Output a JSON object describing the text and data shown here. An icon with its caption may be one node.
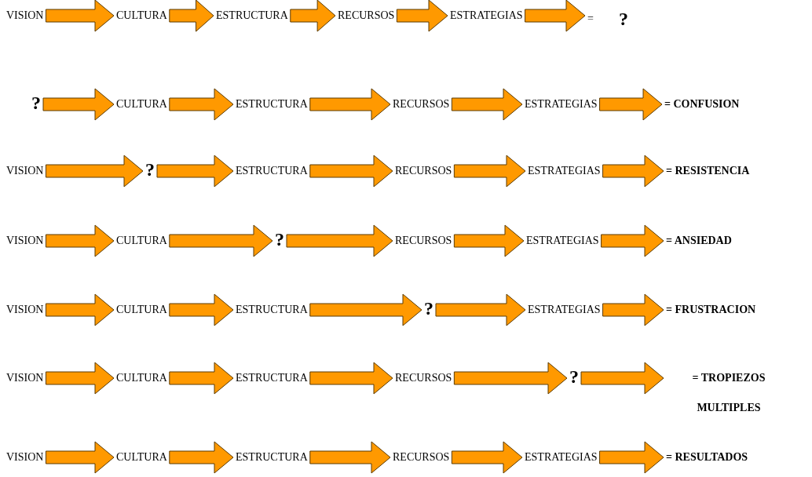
{
  "diagram": {
    "nodes": [
      {
        "text": [
          "VISION"
        ]
      },
      {
        "text": [
          "CULTURA"
        ]
      },
      {
        "text": [
          "ESTRUCTURA"
        ]
      },
      {
        "text": [
          "RECURSOS"
        ]
      },
      {
        "text": [
          "ESTRATEGIAS"
        ]
      },
      {
        "text": [
          "=",
          "?"
        ]
      },
      {
        "text": [
          "?"
        ]
      },
      {
        "text": [
          "CULTURA"
        ]
      },
      {
        "text": [
          "ESTRUCTURA"
        ]
      },
      {
        "text": [
          "RECURSOS"
        ]
      },
      {
        "text": [
          "ESTRATEGIAS"
        ]
      },
      {
        "text": [
          "= CONFUSION"
        ]
      },
      {
        "text": [
          "VISION"
        ]
      },
      {
        "text": [
          "?"
        ]
      },
      {
        "text": [
          "ESTRUCTURA"
        ]
      },
      {
        "text": [
          "RECURSOS"
        ]
      },
      {
        "text": [
          "ESTRATEGIAS"
        ]
      },
      {
        "text": [
          "= RESISTENCIA"
        ]
      },
      {
        "text": [
          "VISION"
        ]
      },
      {
        "text": [
          "CULTURA"
        ]
      },
      {
        "text": [
          "?"
        ]
      },
      {
        "text": [
          "RECURSOS"
        ]
      },
      {
        "text": [
          "ESTRATEGIAS"
        ]
      },
      {
        "text": [
          "= ANSIEDAD"
        ]
      },
      {
        "text": [
          "VISION"
        ]
      },
      {
        "text": [
          "CULTURA"
        ]
      },
      {
        "text": [
          "ESTRUCTURA"
        ]
      },
      {
        "text": [
          "?"
        ]
      },
      {
        "text": [
          "ESTRATEGIAS"
        ]
      },
      {
        "text": [
          "= FRUSTRACION"
        ]
      },
      {
        "text": [
          "VISION"
        ]
      },
      {
        "text": [
          "CULTURA"
        ]
      },
      {
        "text": [
          "ESTRUCTURA"
        ]
      },
      {
        "text": [
          "RECURSOS"
        ]
      },
      {
        "text": [
          "?"
        ]
      },
      {
        "text": [
          "= TROPIEZOS MULTIPLES"
        ]
      },
      {
        "text": [
          "VISION"
        ]
      },
      {
        "text": [
          "CULTURA"
        ]
      },
      {
        "text": [
          "ESTRUCTURA"
        ]
      },
      {
        "text": [
          "RECURSOS"
        ]
      },
      {
        "text": [
          "ESTRATEGIAS"
        ]
      },
      {
        "text": [
          "= RESULTADOS"
        ]
      }
    ],
    "edges": [
      {
        "from": 0,
        "to": 1,
        "arrow": "to"
      },
      {
        "from": 1,
        "to": 2,
        "arrow": "to"
      },
      {
        "from": 2,
        "to": 3,
        "arrow": "to"
      },
      {
        "from": 3,
        "to": 4,
        "arrow": "to"
      },
      {
        "from": 4,
        "to": 5,
        "arrow": "to"
      },
      {
        "from": 6,
        "to": 7,
        "arrow": "to"
      },
      {
        "from": 7,
        "to": 8,
        "arrow": "to"
      },
      {
        "from": 8,
        "to": 9,
        "arrow": "to"
      },
      {
        "from": 9,
        "to": 10,
        "arrow": "to"
      },
      {
        "from": 10,
        "to": 11,
        "arrow": "to"
      },
      {
        "from": 12,
        "to": 13,
        "arrow": "to"
      },
      {
        "from": 13,
        "to": 14,
        "arrow": "to"
      },
      {
        "from": 14,
        "to": 15,
        "arrow": "to"
      },
      {
        "from": 15,
        "to": 16,
        "arrow": "to"
      },
      {
        "from": 16,
        "to": 17,
        "arrow": "to"
      },
      {
        "from": 18,
        "to": 19,
        "arrow": "to"
      },
      {
        "from": 19,
        "to": 20,
        "arrow": "to"
      },
      {
        "from": 20,
        "to": 21,
        "arrow": "to"
      },
      {
        "from": 21,
        "to": 22,
        "arrow": "to"
      },
      {
        "from": 22,
        "to": 23,
        "arrow": "to"
      },
      {
        "from": 24,
        "to": 25,
        "arrow": "to"
      },
      {
        "from": 25,
        "to": 26,
        "arrow": "to"
      },
      {
        "from": 26,
        "to": 27,
        "arrow": "to"
      },
      {
        "from": 27,
        "to": 28,
        "arrow": "to"
      },
      {
        "from": 28,
        "to": 29,
        "arrow": "to"
      },
      {
        "from": 30,
        "to": 31,
        "arrow": "to"
      },
      {
        "from": 31,
        "to": 32,
        "arrow": "to"
      },
      {
        "from": 32,
        "to": 33,
        "arrow": "to"
      },
      {
        "from": 33,
        "to": 34,
        "arrow": "to"
      },
      {
        "from": 34,
        "to": 35,
        "arrow": "to"
      },
      {
        "from": 36,
        "to": 37,
        "arrow": "to"
      },
      {
        "from": 37,
        "to": 38,
        "arrow": "to"
      },
      {
        "from": 38,
        "to": 39,
        "arrow": "to"
      },
      {
        "from": 39,
        "to": 40,
        "arrow": "to"
      },
      {
        "from": 40,
        "to": 41,
        "arrow": "to"
      }
    ]
  }
}
